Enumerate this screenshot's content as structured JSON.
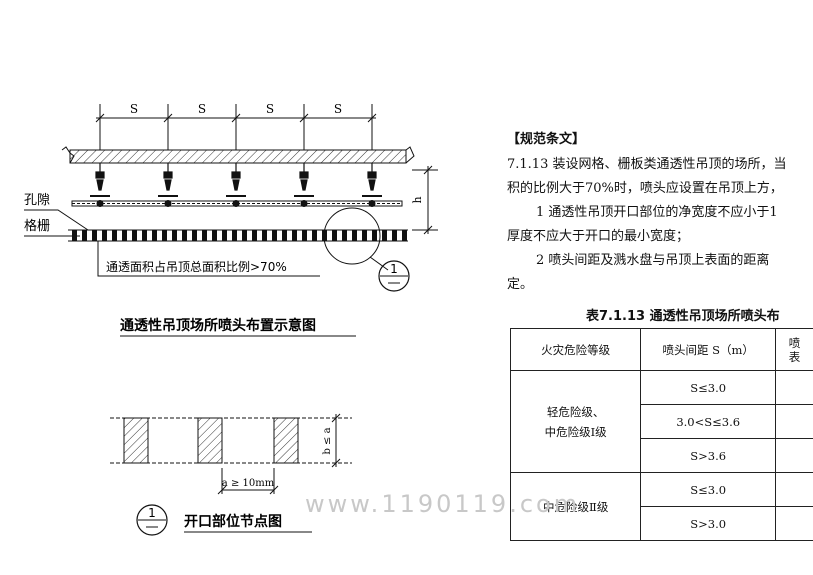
{
  "diagram": {
    "spacing_labels": [
      "S",
      "S",
      "S",
      "S"
    ],
    "label_kongxi": "孔隙",
    "label_gezha": "格栅",
    "label_ratio": "通透面积占吊顶总面积比例>70%",
    "label_h": "h",
    "detail_number": "1",
    "caption_main": "通透性吊顶场所喷头布置示意图",
    "detail_dim_a": "a ≥ 10mm",
    "detail_dim_b": "b ≤ a",
    "caption_detail": "开口部位节点图"
  },
  "spec": {
    "heading": "【规范条文】",
    "line1": "7.1.13 装设网格、栅板类通透性吊顶的场所，当",
    "line2": "积的比例大于70%时，喷头应设置在吊顶上方，",
    "line3": "1 通透性吊顶开口部位的净宽度不应小于1",
    "line4": "厚度不应大于开口的最小宽度；",
    "line5": "2 喷头间距及溅水盘与吊顶上表面的距离",
    "line6": "定。"
  },
  "table": {
    "title": "表7.1.13 通透性吊顶场所喷头布",
    "headers": [
      "火灾危险等级",
      "喷头间距 S（m）",
      "喷",
      "表"
    ],
    "group1_line1": "轻危险级、",
    "group1_line2": "中危险级Ⅰ级",
    "group2": "中危险级Ⅱ级",
    "spacings": [
      "S≤3.0",
      "3.0<S≤3.6",
      "S>3.6",
      "S≤3.0",
      "S>3.0"
    ]
  },
  "watermark": "www.1190119.com"
}
